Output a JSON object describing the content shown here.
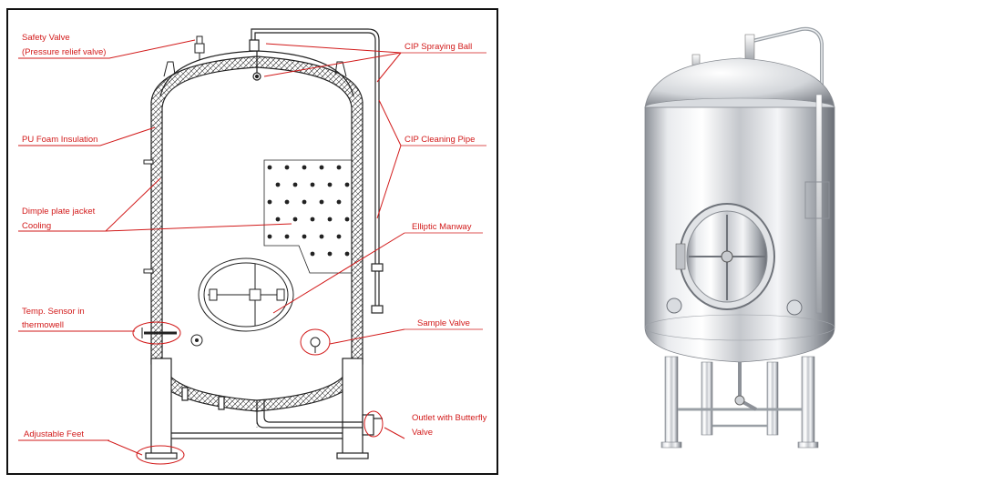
{
  "diagram": {
    "labels": {
      "safety_valve": "Safety Valve",
      "pressure_relief": "(Pressure relief valve)",
      "cip_spraying_ball": "CIP Spraying Ball",
      "pu_foam": "PU Foam Insulation",
      "cip_cleaning_pipe": "CIP Cleaning Pipe",
      "dimple_plate": "Dimple plate jacket",
      "cooling": "Cooling",
      "elliptic_manway": "Elliptic Manway",
      "temp_sensor": "Temp. Sensor in",
      "thermowell": "thermowell",
      "sample_valve": "Sample Valve",
      "adjustable_feet": "Adjustable Feet",
      "outlet_butterfly": "Outlet with Butterfly",
      "valve": "Valve"
    },
    "colors": {
      "callout": "#d21a1a",
      "line": "#222222",
      "frame": "#111111"
    }
  },
  "photo": {
    "colors": {
      "steel_light": "#f3f4f6",
      "steel_mid": "#b9bcc2",
      "steel_dark": "#6b6f76"
    }
  }
}
